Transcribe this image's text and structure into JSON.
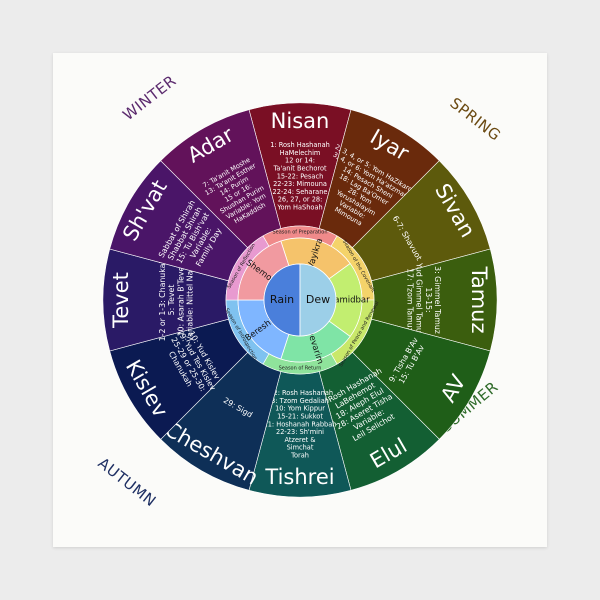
{
  "seasons": [
    {
      "key": "winter",
      "label": "WINTER",
      "color": "#5b2a6e"
    },
    {
      "key": "spring",
      "label": "SPRING",
      "color": "#6b4a12"
    },
    {
      "key": "summer",
      "label": "SUMMER",
      "color": "#2f6b2a"
    },
    {
      "key": "autumn",
      "label": "AUTUMN",
      "color": "#1e2f63"
    }
  ],
  "months": [
    {
      "name": "Nisan",
      "color": "#7a0f24",
      "holidays": [
        "1: Rosh Hashanah",
        "HaMelechim",
        "12 or 14:",
        "Ta'anit Bechorot",
        "15-22: Pesach",
        "22-23: Mimouna",
        "22-24: Seharane",
        "26, 27, or 28:",
        "Yom HaShoah"
      ]
    },
    {
      "name": "Iyar",
      "color": "#6a2a0c",
      "holidays": [
        "2, 3, 4, or 5: Yom HaZikaron",
        "3, 4, or 6: Yom Ha'atzmaut",
        "14: Pesach Sheni",
        "18: Lag Ba'Omer",
        "28: Yom",
        "Yerushalayim",
        "Variable:",
        "Mimouna"
      ]
    },
    {
      "name": "Sivan",
      "color": "#5d5a0c",
      "holidays": [
        "6-7: Shavuot"
      ]
    },
    {
      "name": "Tamuz",
      "color": "#3b5e0e",
      "holidays": [
        "3: Gimmel Tamuz",
        "13-15:",
        "Yud Gimmel Tamuz",
        "17: Tzom Tamuz"
      ]
    },
    {
      "name": "AV",
      "color": "#1f5e18",
      "holidays": [
        "9: Tisha B'Av",
        "15: Tu B'Av"
      ]
    },
    {
      "name": "Elul",
      "color": "#135f33",
      "holidays": [
        "1: Rosh Hashanah",
        "LaBehemot",
        "18: Aleph Elul",
        "28: Aseret Tisha",
        "Variable:",
        "Leil Selichot"
      ]
    },
    {
      "name": "Tishrei",
      "color": "#0f5858",
      "holidays": [
        "1-2: Rosh Hashanah",
        "3: Tzom Gedaliah",
        "10: Yom Kippur",
        "15-21: Sukkot",
        "21: Hoshanah Rabbah",
        "22-23: Sh'mini",
        "Atzeret &",
        "Simchat",
        "Torah"
      ]
    },
    {
      "name": "Cheshvan",
      "color": "#0e2f57",
      "holidays": [
        "29: Sigd"
      ]
    },
    {
      "name": "Kislev",
      "color": "#0b1a52",
      "holidays": [
        "10: Yud Kislev",
        "19: Yud Tes Kislev",
        "25-29 or 25-30:",
        "Chanukah"
      ]
    },
    {
      "name": "Tevet",
      "color": "#2a1a66",
      "holidays": [
        "1-2 or 1-3: Chanukah",
        "5: Tevet",
        "10: Asarah B'Tevet",
        "Variable: Nittel Nacht"
      ]
    },
    {
      "name": "Sh'vat",
      "color": "#4a1568",
      "holidays": [
        "Sabbat of Shirah",
        "Shabbat Shirah",
        "15: Tu Bish'vat",
        "Variable:",
        "Family Day"
      ]
    },
    {
      "name": "Adar",
      "color": "#62125a",
      "holidays": [
        "7: Ta'anit Moshe",
        "13: Ta'anit Esther",
        "14: Purim",
        "15 or 16:",
        "Shushan Purim",
        "Variable: Yom",
        "HaKaddish"
      ]
    }
  ],
  "inner_ring": [
    {
      "label": "Season of Preparation",
      "color": "#f08a8a"
    },
    {
      "label": "Season of the Covenant",
      "color": "#f4d36a"
    },
    {
      "label": "Season of Peace and Renewal",
      "color": "#c9e86a"
    },
    {
      "label": "Season of Return",
      "color": "#8fe39b"
    },
    {
      "label": "Season of Introspection",
      "color": "#7fc2f0"
    },
    {
      "label": "Season of Reflection",
      "color": "#e89ad0"
    }
  ],
  "books": [
    {
      "label": "Vayikra",
      "color": "#f5c36b"
    },
    {
      "label": "Bamidbar",
      "color": "#c2ee70"
    },
    {
      "label": "Devarim",
      "color": "#7fe4a6"
    },
    {
      "label": "Bereshit",
      "color": "#7fb6ff"
    },
    {
      "label": "Shemot",
      "color": "#f19aa0"
    }
  ],
  "core": [
    {
      "label": "Rain",
      "color": "#4a7fdb"
    },
    {
      "label": "Dew",
      "color": "#9ccfe8"
    }
  ]
}
